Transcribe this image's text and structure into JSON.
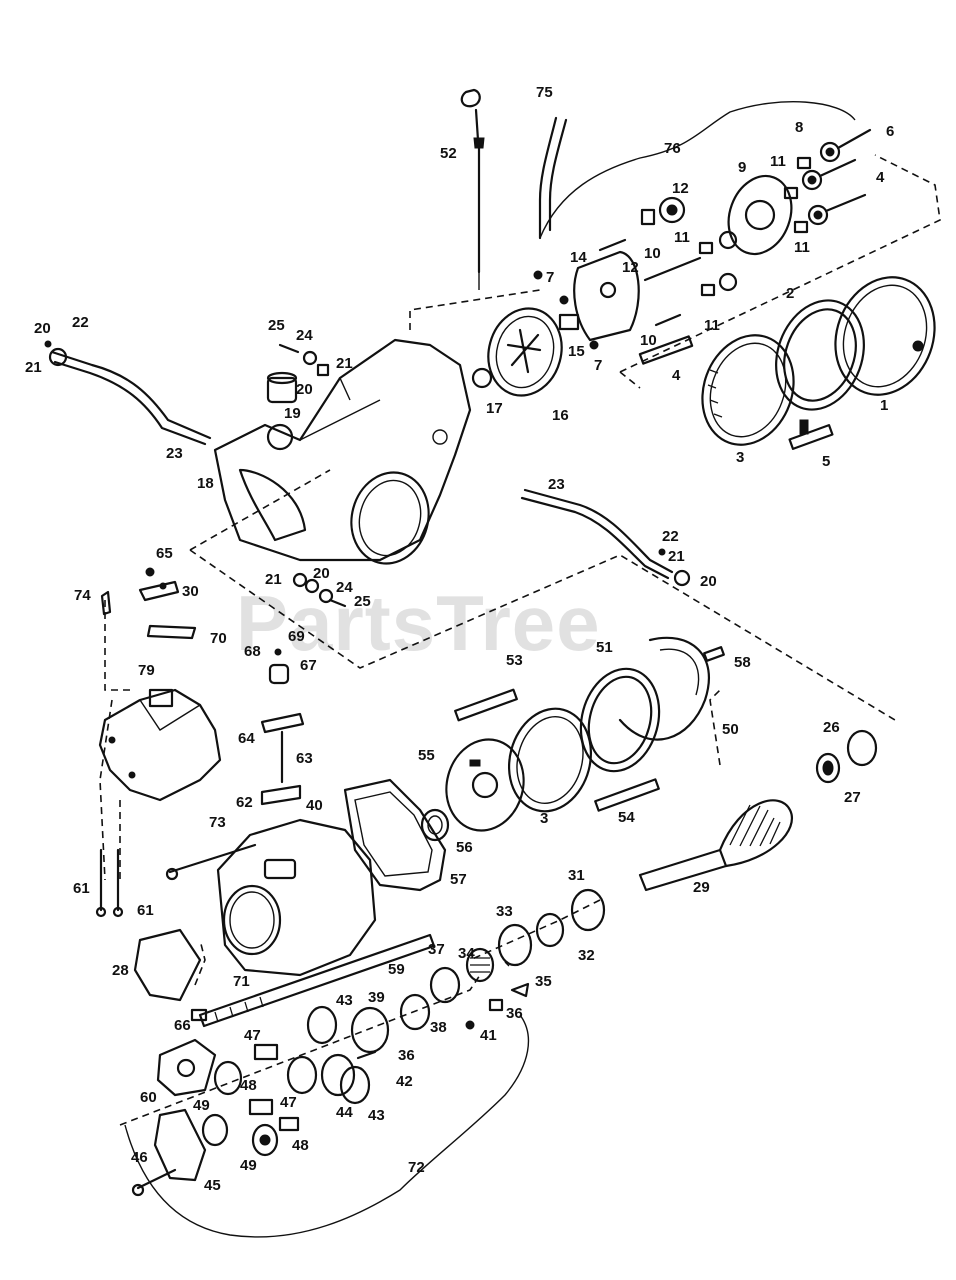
{
  "diagram": {
    "watermark": "PartsTree",
    "callouts": [
      {
        "id": "c75",
        "text": "75"
      },
      {
        "id": "c76",
        "text": "76"
      },
      {
        "id": "c52",
        "text": "52"
      },
      {
        "id": "c8",
        "text": "8"
      },
      {
        "id": "c6",
        "text": "6"
      },
      {
        "id": "c11a",
        "text": "11"
      },
      {
        "id": "c9",
        "text": "9"
      },
      {
        "id": "c4a",
        "text": "4"
      },
      {
        "id": "c12a",
        "text": "12"
      },
      {
        "id": "c11b",
        "text": "11"
      },
      {
        "id": "c11c",
        "text": "11"
      },
      {
        "id": "c10a",
        "text": "10"
      },
      {
        "id": "c14",
        "text": "14"
      },
      {
        "id": "c7a",
        "text": "7"
      },
      {
        "id": "c12b",
        "text": "12"
      },
      {
        "id": "c2",
        "text": "2"
      },
      {
        "id": "c11d",
        "text": "11"
      },
      {
        "id": "c10b",
        "text": "10"
      },
      {
        "id": "c15",
        "text": "15"
      },
      {
        "id": "c7b",
        "text": "7"
      },
      {
        "id": "c4b",
        "text": "4"
      },
      {
        "id": "c1",
        "text": "1"
      },
      {
        "id": "c17",
        "text": "17"
      },
      {
        "id": "c16",
        "text": "16"
      },
      {
        "id": "c3a",
        "text": "3"
      },
      {
        "id": "c5",
        "text": "5"
      },
      {
        "id": "c20a",
        "text": "20"
      },
      {
        "id": "c22a",
        "text": "22"
      },
      {
        "id": "c21a",
        "text": "21"
      },
      {
        "id": "c25a",
        "text": "25"
      },
      {
        "id": "c24a",
        "text": "24"
      },
      {
        "id": "c21b",
        "text": "21"
      },
      {
        "id": "c20b",
        "text": "20"
      },
      {
        "id": "c19",
        "text": "19"
      },
      {
        "id": "c23a",
        "text": "23"
      },
      {
        "id": "c18",
        "text": "18"
      },
      {
        "id": "c23b",
        "text": "23"
      },
      {
        "id": "c22b",
        "text": "22"
      },
      {
        "id": "c21c",
        "text": "21"
      },
      {
        "id": "c20c",
        "text": "20"
      },
      {
        "id": "c21d",
        "text": "21"
      },
      {
        "id": "c20d",
        "text": "20"
      },
      {
        "id": "c24b",
        "text": "24"
      },
      {
        "id": "c25b",
        "text": "25"
      },
      {
        "id": "c65",
        "text": "65"
      },
      {
        "id": "c30",
        "text": "30"
      },
      {
        "id": "c74",
        "text": "74"
      },
      {
        "id": "c70",
        "text": "70"
      },
      {
        "id": "c69",
        "text": "69"
      },
      {
        "id": "c68",
        "text": "68"
      },
      {
        "id": "c67",
        "text": "67"
      },
      {
        "id": "c79",
        "text": "79"
      },
      {
        "id": "c53",
        "text": "53"
      },
      {
        "id": "c51",
        "text": "51"
      },
      {
        "id": "c58",
        "text": "58"
      },
      {
        "id": "c50",
        "text": "50"
      },
      {
        "id": "c26",
        "text": "26"
      },
      {
        "id": "c27",
        "text": "27"
      },
      {
        "id": "c64",
        "text": "64"
      },
      {
        "id": "c63",
        "text": "63"
      },
      {
        "id": "c55",
        "text": "55"
      },
      {
        "id": "c62",
        "text": "62"
      },
      {
        "id": "c40",
        "text": "40"
      },
      {
        "id": "c3b",
        "text": "3"
      },
      {
        "id": "c54",
        "text": "54"
      },
      {
        "id": "c73",
        "text": "73"
      },
      {
        "id": "c56",
        "text": "56"
      },
      {
        "id": "c57",
        "text": "57"
      },
      {
        "id": "c29",
        "text": "29"
      },
      {
        "id": "c31",
        "text": "31"
      },
      {
        "id": "c61a",
        "text": "61"
      },
      {
        "id": "c61b",
        "text": "61"
      },
      {
        "id": "c33",
        "text": "33"
      },
      {
        "id": "c32",
        "text": "32"
      },
      {
        "id": "c28",
        "text": "28"
      },
      {
        "id": "c71",
        "text": "71"
      },
      {
        "id": "c59",
        "text": "59"
      },
      {
        "id": "c37",
        "text": "37"
      },
      {
        "id": "c34",
        "text": "34"
      },
      {
        "id": "c35",
        "text": "35"
      },
      {
        "id": "c66",
        "text": "66"
      },
      {
        "id": "c43a",
        "text": "43"
      },
      {
        "id": "c39",
        "text": "39"
      },
      {
        "id": "c38",
        "text": "38"
      },
      {
        "id": "c41",
        "text": "41"
      },
      {
        "id": "c36a",
        "text": "36"
      },
      {
        "id": "c47a",
        "text": "47"
      },
      {
        "id": "c36b",
        "text": "36"
      },
      {
        "id": "c60",
        "text": "60"
      },
      {
        "id": "c48a",
        "text": "48"
      },
      {
        "id": "c42",
        "text": "42"
      },
      {
        "id": "c49a",
        "text": "49"
      },
      {
        "id": "c47b",
        "text": "47"
      },
      {
        "id": "c44",
        "text": "44"
      },
      {
        "id": "c43b",
        "text": "43"
      },
      {
        "id": "c48b",
        "text": "48"
      },
      {
        "id": "c49b",
        "text": "49"
      },
      {
        "id": "c46",
        "text": "46"
      },
      {
        "id": "c45",
        "text": "45"
      },
      {
        "id": "c72",
        "text": "72"
      }
    ]
  }
}
